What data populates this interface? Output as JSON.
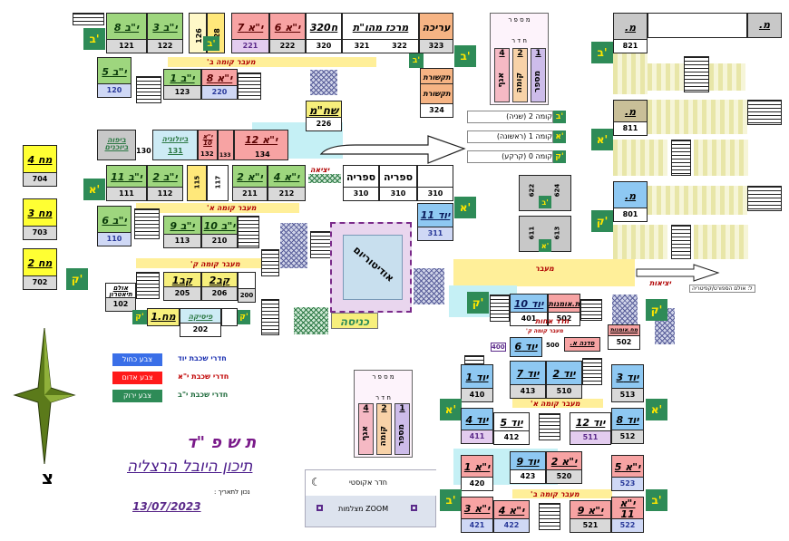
{
  "school": {
    "year": "ת ש פ \"ד",
    "name": "תיכון היובל הרצליה",
    "date_caption": "נכון לתאריך :",
    "date": "13/07/2023",
    "compass": "צ"
  },
  "legend": [
    {
      "swatch": "צבע כחול",
      "text": "חדרי שכבת יוד",
      "color": "#3a6fe8",
      "text_color": "#1a2fb0"
    },
    {
      "swatch": "צבע אדום",
      "text": "חדרי שכבת י\"א",
      "color": "#ff1a1a",
      "text_color": "#c00000"
    },
    {
      "swatch": "צבע ירוק",
      "text": "חדרי שכבת י\"ב",
      "color": "#2e8b57",
      "text_color": "#1f6b3c"
    }
  ],
  "av_legend": {
    "speaker": "חדר אקוסטי",
    "zoom": "ZOOM מצלמות"
  },
  "key_card": {
    "title": "מ ס פ ר",
    "subtitle": "ח ד ר",
    "cols": [
      {
        "n": "1",
        "t": "מספר"
      },
      {
        "n": "2",
        "t": "קומה"
      },
      {
        "n": "4",
        "t": "אגף"
      }
    ]
  },
  "key_card_2": {
    "title": "מ ס פ ר",
    "subtitle": "ח ד ר",
    "cols": [
      {
        "n": "1",
        "t": "מספר"
      },
      {
        "n": "2",
        "t": "קומה"
      },
      {
        "n": "4",
        "t": "אגף"
      }
    ]
  },
  "floors": [
    {
      "badge": "ב'",
      "text": "קומה 2 (שניה)"
    },
    {
      "badge": "א'",
      "text": "קומה 1 (ראשונה)"
    },
    {
      "badge": "ק'",
      "text": "קומה 0 (קרקע)"
    }
  ],
  "wings": {
    "b": "ב'",
    "a": "א'",
    "k": "ק'"
  },
  "labels": {
    "auditorium": "אודיטוריום",
    "entrance": "כניסה",
    "exit": "יציאה",
    "exit2": "יציאות",
    "cafeteria_note": "ל: אולם הספורט/קפיטריה",
    "passage": "מעבר",
    "library": "ספריה"
  },
  "corridors": {
    "b_left": "מעבר קומה ב'",
    "a_left": "מעבר קומה א'",
    "k_left": "מעבר קומה ק'",
    "a_right": "מעבר קומה א'",
    "b_right": "מעבר קומה ב'",
    "k_right": "מעבר קומה ק'"
  },
  "rooms": {
    "r121": {
      "label": "י\"ב 8",
      "num": "121"
    },
    "r122": {
      "label": "י\"ב 3",
      "num": "122"
    },
    "r126": {
      "label": "126",
      "num": ""
    },
    "r128": {
      "label": "128",
      "num": ""
    },
    "r221": {
      "label": "י\"א 7",
      "num": "221"
    },
    "r222": {
      "label": "י\"א 6",
      "num": "222"
    },
    "r320": {
      "label": "ח320",
      "num": "320"
    },
    "r321": {
      "label": "מרכז מהו\"ת",
      "num": "321"
    },
    "r322": {
      "label": "",
      "num": "322"
    },
    "r323": {
      "label": "עריכה",
      "num": "323"
    },
    "r120": {
      "label": "י\"ב 5",
      "num": "120"
    },
    "r123": {
      "label": "י\"ב 1",
      "num": "123"
    },
    "r220": {
      "label": "י\"א 8",
      "num": "220"
    },
    "tik1": {
      "label": "תקשורת"
    },
    "tik2": {
      "label": "תקשורת",
      "num": "324"
    },
    "r226": {
      "label": "שח\"מ",
      "num": "226"
    },
    "r130": {
      "label": "ביפוה ביוכנים",
      "num": "130"
    },
    "r131": {
      "label": "ביולוגיה",
      "num": "131"
    },
    "r132": {
      "label": "י\"א 10",
      "num": "132"
    },
    "r133": {
      "label": "133",
      "num": ""
    },
    "r134": {
      "label": "י\"א 12",
      "num": "134"
    },
    "r111": {
      "label": "י\"ב 11",
      "num": "111"
    },
    "r112": {
      "label": "י\"ב 2",
      "num": "112"
    },
    "r115": {
      "label": "115",
      "num": ""
    },
    "r117": {
      "label": "117",
      "num": ""
    },
    "r211": {
      "label": "י\"א 2",
      "num": "211"
    },
    "r212": {
      "label": "י\"א 4",
      "num": "212"
    },
    "r310a": {
      "label": "ספריה",
      "num": "310"
    },
    "r310b": {
      "label": "ספריה",
      "num": "310"
    },
    "r310c": {
      "label": "",
      "num": "310"
    },
    "r110": {
      "label": "י\"ב 6",
      "num": "110"
    },
    "r113": {
      "label": "י\"ב 9",
      "num": "113"
    },
    "r210": {
      "label": "י\"ב 10",
      "num": "210"
    },
    "r311": {
      "label": "יוד 11",
      "num": "311"
    },
    "r205": {
      "label": "קב1",
      "num": "205"
    },
    "r206": {
      "label": "קב2",
      "num": "206"
    },
    "r200": {
      "label": "",
      "num": "200"
    },
    "r102": {
      "label": "אולם תיאטרון",
      "num": "102"
    },
    "r201": {
      "label": "מח.1",
      "num": ""
    },
    "r202": {
      "label": "פיסיקה",
      "num": "202"
    },
    "r704": {
      "label": "מח 4",
      "num": "704"
    },
    "r703": {
      "label": "מח 3",
      "num": "703"
    },
    "r702": {
      "label": "מח 2",
      "num": "702"
    },
    "r821": {
      "label": "מ.",
      "num": "821"
    },
    "r821b": {
      "label": "מ.",
      "num": ""
    },
    "r811": {
      "label": "מ.",
      "num": "811"
    },
    "r801": {
      "label": "מ.",
      "num": "801"
    },
    "r622": {
      "label": "622"
    },
    "r624": {
      "label": "624"
    },
    "r611": {
      "label": "611"
    },
    "r613": {
      "label": "613"
    },
    "r401": {
      "label": "יוד 10",
      "num": "401"
    },
    "r402": {
      "label": "ת.אומנות",
      "num": "502"
    },
    "r403": {
      "label": "מח.אומנות",
      "num": "502"
    },
    "r404": {
      "label": "חדר אחות"
    },
    "r405": {
      "label": "יוד 6",
      "num": "400"
    },
    "r406": {
      "label": "סדנה א.",
      "num": "500"
    },
    "r410": {
      "label": "יוד 1",
      "num": "410"
    },
    "r413": {
      "label": "יוד 7",
      "num": "413"
    },
    "r510": {
      "label": "יוד 2",
      "num": "510"
    },
    "r513": {
      "label": "יוד 3",
      "num": "513"
    },
    "r411": {
      "label": "יוד 4",
      "num": "411"
    },
    "r412": {
      "label": "יוד 5",
      "num": "412"
    },
    "r511": {
      "label": "יוד 12",
      "num": "511"
    },
    "r512": {
      "label": "יוד 8",
      "num": "512"
    },
    "r420": {
      "label": "י\"א 1",
      "num": "420"
    },
    "r423": {
      "label": "יוד 9",
      "num": "423"
    },
    "r520": {
      "label": "י\"א 2",
      "num": "520"
    },
    "r523": {
      "label": "י\"א 5",
      "num": "523"
    },
    "r421": {
      "label": "י\"א 3",
      "num": "421"
    },
    "r422": {
      "label": "י\"א 4",
      "num": "422"
    },
    "r521": {
      "label": "י\"א 9",
      "num": "521"
    },
    "r522": {
      "label": "י\"א 11",
      "num": "522"
    }
  }
}
